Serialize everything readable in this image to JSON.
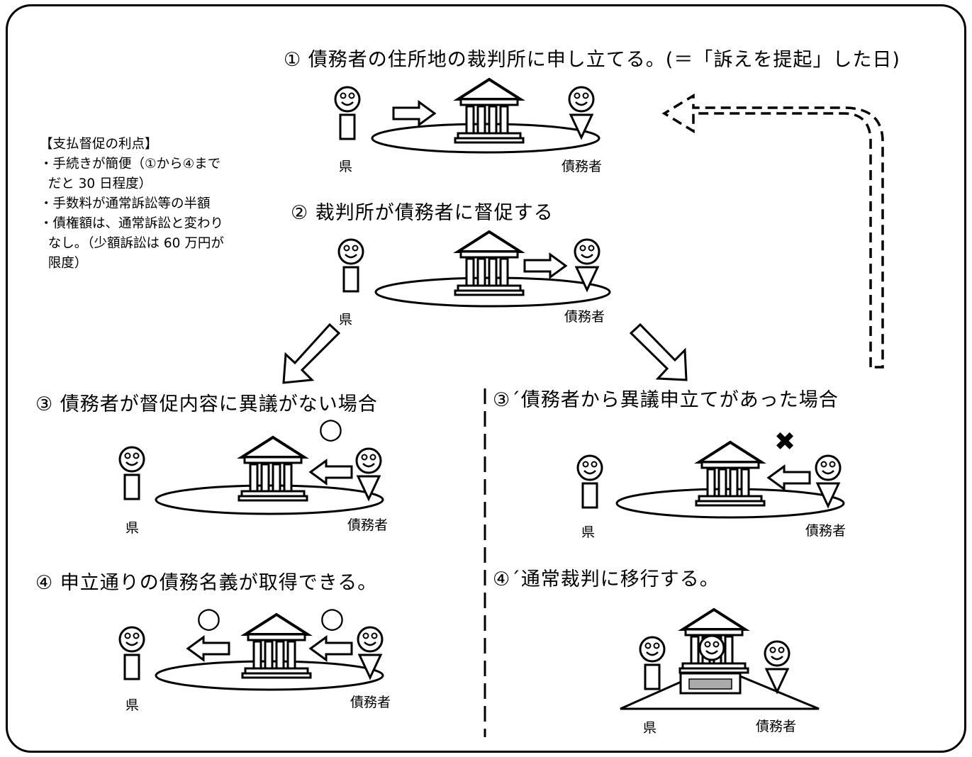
{
  "steps": {
    "s1": "①  債務者の住所地の裁判所に申し立てる。(＝「訴えを提起」した日)",
    "s2": "②  裁判所が債務者に督促する",
    "s3": "③  債務者が督促内容に異議がない場合",
    "s3b": "③´債務者から異議申立てがあった場合",
    "s4": "④  申立通りの債務名義が取得できる。",
    "s4b": "④´通常裁判に移行する。"
  },
  "advantages": {
    "title": "【支払督促の利点】",
    "lines": [
      "・手続きが簡便（①から④まで",
      "  だと 30 日程度）",
      "・手数料が通常訴訟等の半額",
      "・債権額は、通常訴訟と変わり",
      "  なし。（少額訴訟は 60 万円が",
      "  限度）"
    ]
  },
  "labels": {
    "ken": "県",
    "debtor": "債務者"
  },
  "marks": {
    "ok": "○",
    "ng": "✖"
  }
}
